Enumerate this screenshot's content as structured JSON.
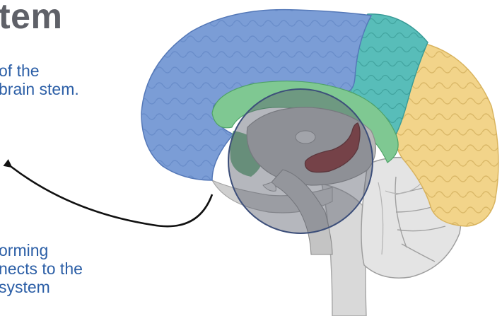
{
  "title": "tem",
  "caption_top": {
    "line1": "of the",
    "line2": "brain stem."
  },
  "caption_bottom": {
    "line1": "orming",
    "line2": "nects to the",
    "line3": "system"
  },
  "colors": {
    "frontal_lobe": "#7b9dd6",
    "parietal_lobe": "#f2d48a",
    "teal_region": "#58bdb9",
    "limbic_green": "#7fc892",
    "hippocampus": "#8b2a2a",
    "lens_overlay": "#5b5f6d",
    "caption_text": "#2b5ea6",
    "title_text": "#5f6168"
  }
}
